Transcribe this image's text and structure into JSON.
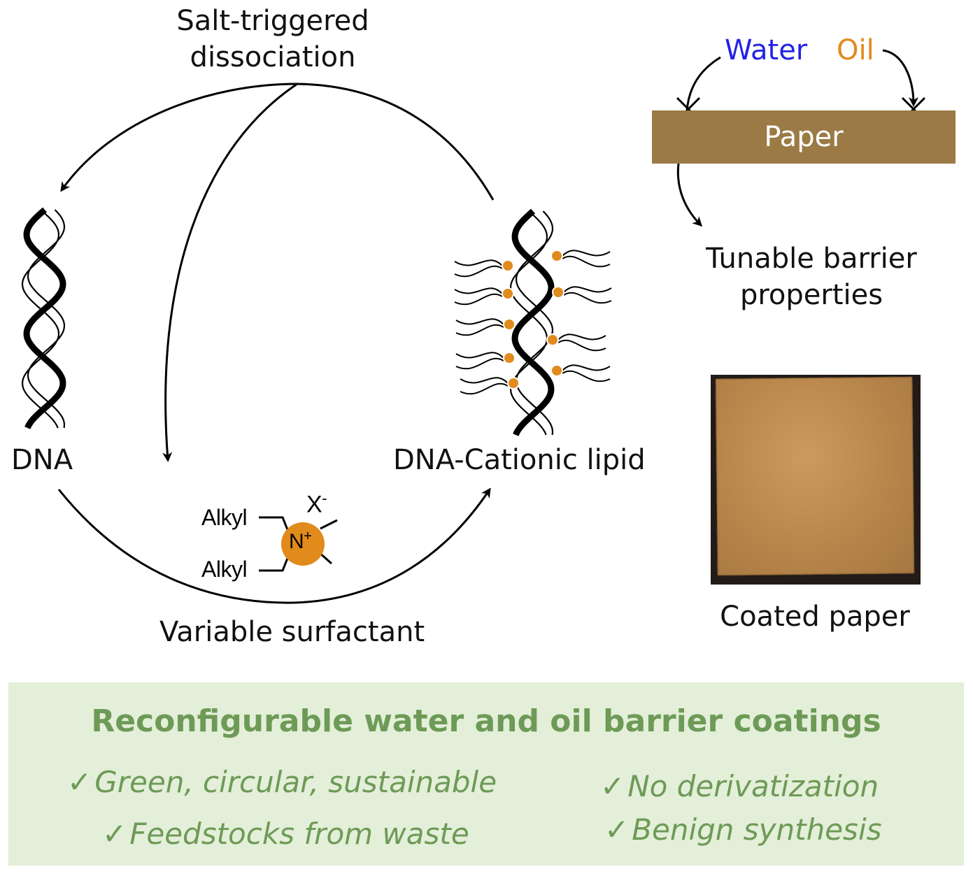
{
  "cycle": {
    "top_label": [
      "Salt-triggered",
      "dissociation"
    ],
    "left_label": "DNA",
    "right_label": "DNA-Cationic lipid",
    "bottom_label": "Variable surfactant"
  },
  "surfactant": {
    "alkyl_top": "Alkyl",
    "alkyl_bottom": "Alkyl",
    "anion": "X",
    "anion_charge": "-",
    "cation": "N",
    "cation_charge": "+"
  },
  "barrier": {
    "water": "Water",
    "oil": "Oil",
    "paper": "Paper",
    "result": [
      "Tunable barrier",
      "properties"
    ]
  },
  "photo": {
    "caption": "Coated paper"
  },
  "banner": {
    "title": "Reconfigurable water and oil barrier coatings",
    "check_glyph": "✓",
    "bullets": [
      "Green, circular, sustainable",
      "Feedstocks from waste",
      "No derivatization",
      "Benign synthesis"
    ]
  },
  "colors": {
    "water": "#2323e6",
    "oil": "#e08b1c",
    "paper": "#9b7a45",
    "lipid_head": "#e08b1c",
    "banner_bg": "#e3efd8",
    "banner_text": "#6e9a57"
  }
}
